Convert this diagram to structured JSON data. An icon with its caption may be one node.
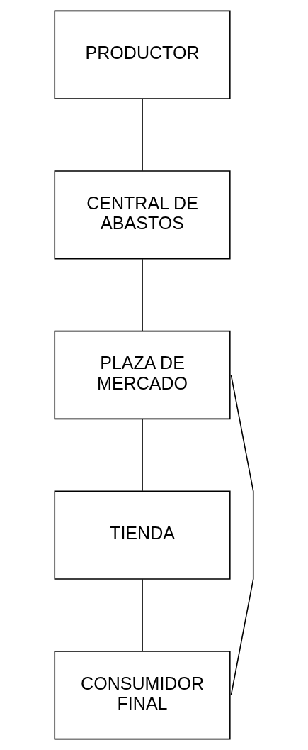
{
  "diagram": {
    "nodes": [
      {
        "text": [
          "PRODUCTOR"
        ]
      },
      {
        "text": [
          "CENTRAL DE ABASTOS"
        ]
      },
      {
        "text": [
          "PLAZA DE MERCADO"
        ]
      },
      {
        "text": [
          "TIENDA"
        ]
      },
      {
        "text": [
          "CONSUMIDOR FINAL"
        ]
      }
    ],
    "edges": [
      {
        "from": 0,
        "to": 1,
        "arrow": "none"
      },
      {
        "from": 1,
        "to": 2,
        "arrow": "none"
      },
      {
        "from": 2,
        "to": 3,
        "arrow": "none"
      },
      {
        "from": 3,
        "to": 4,
        "arrow": "none"
      },
      {
        "from": 2,
        "to": 4,
        "arrow": "none"
      }
    ]
  }
}
